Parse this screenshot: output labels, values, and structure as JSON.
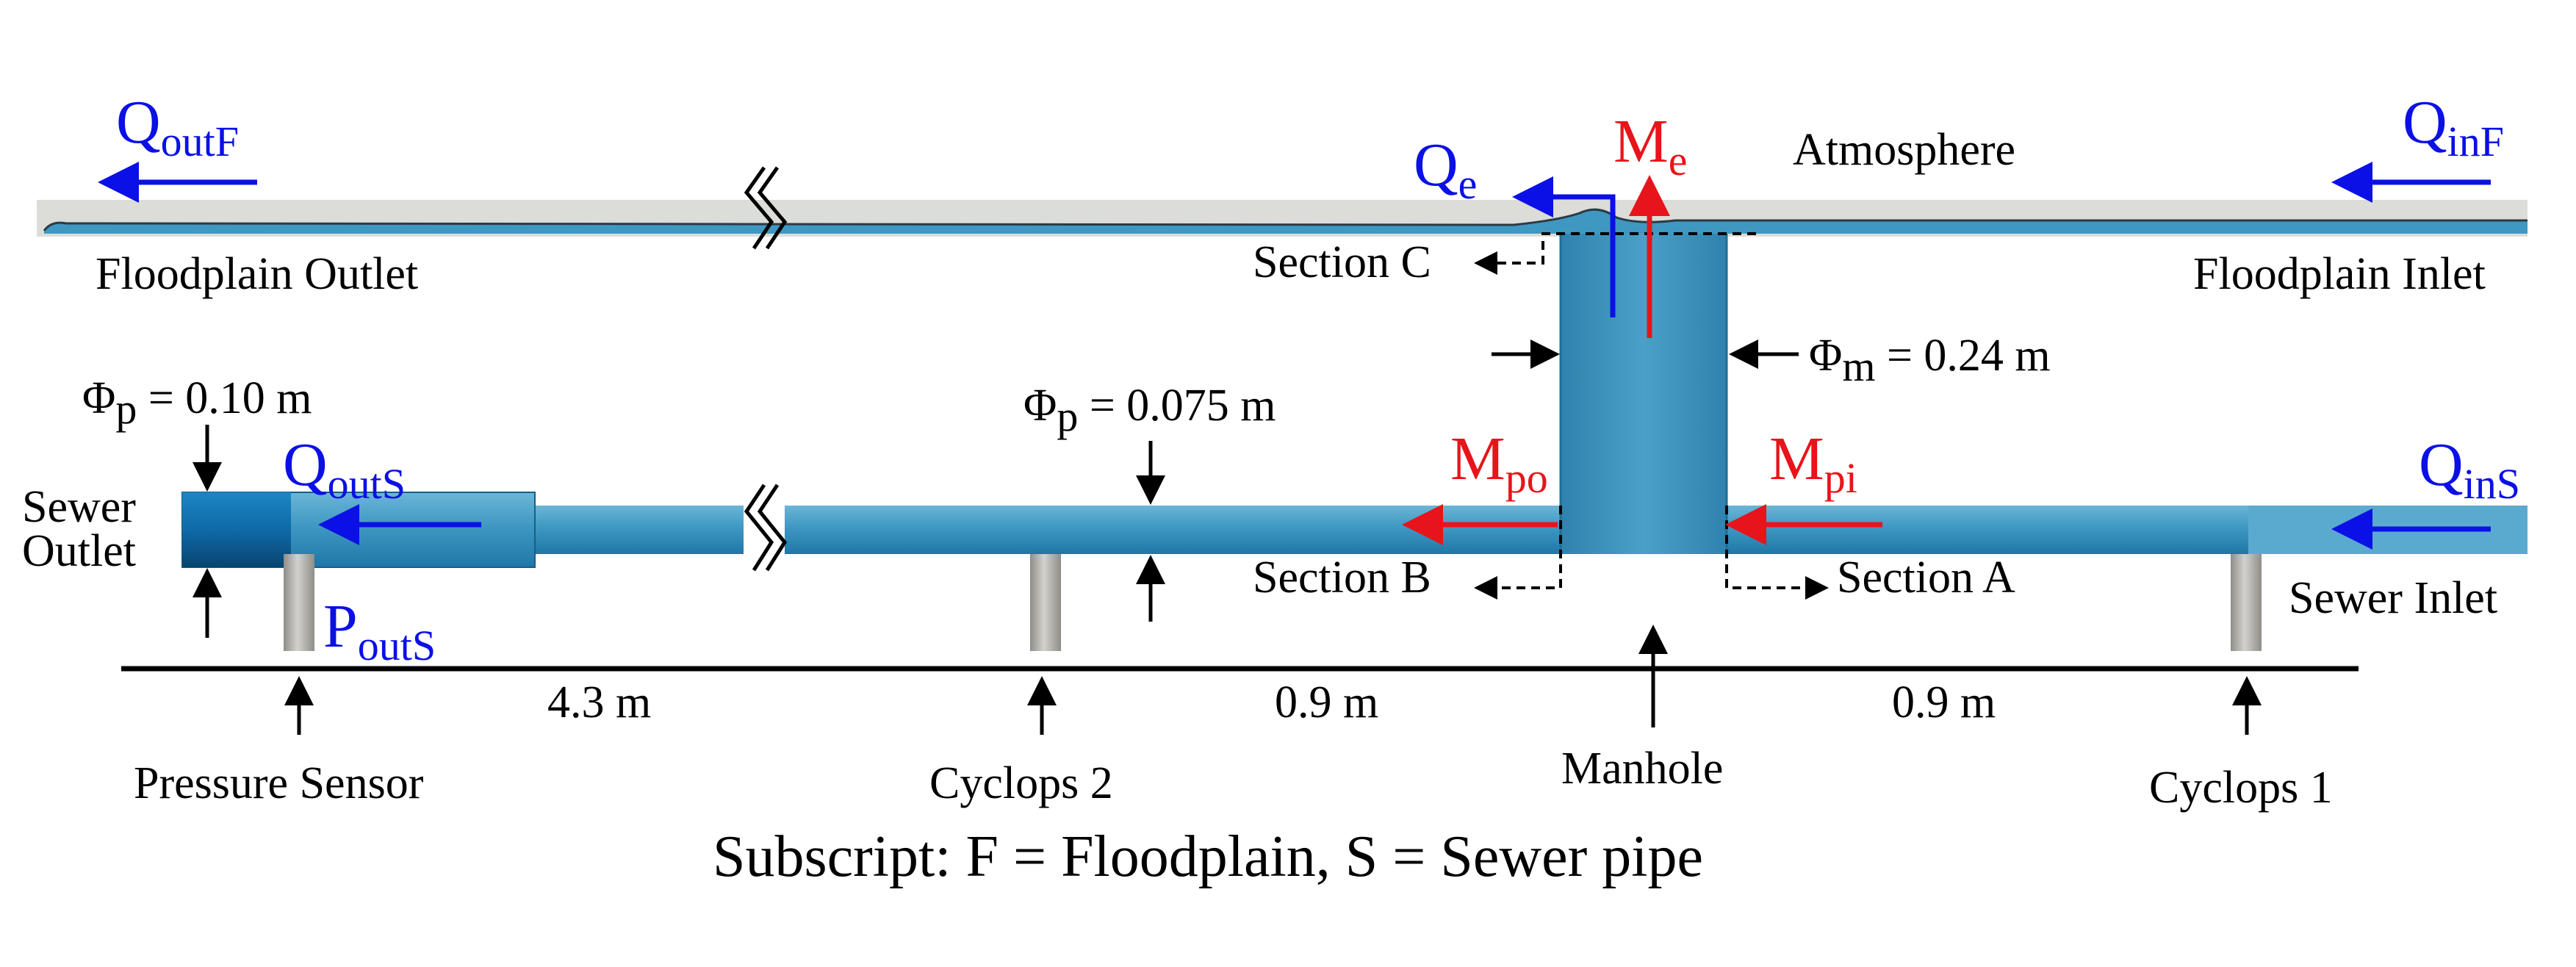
{
  "colors": {
    "water": "#3f98c2",
    "water_dark": "#1e6d99",
    "flow_blue": "#0b10e6",
    "momentum_red": "#e8141b",
    "support_grey": "#b8b6b1",
    "ground_surface": "#dcdcd8"
  },
  "flows": {
    "q_out_f": {
      "main": "Q",
      "sub": "outF"
    },
    "q_in_f": {
      "main": "Q",
      "sub": "inF"
    },
    "q_e": {
      "main": "Q",
      "sub": "e"
    },
    "m_e": {
      "main": "M",
      "sub": "e"
    },
    "q_out_s": {
      "main": "Q",
      "sub": "outS"
    },
    "q_in_s": {
      "main": "Q",
      "sub": "inS"
    },
    "m_po": {
      "main": "M",
      "sub": "po"
    },
    "m_pi": {
      "main": "M",
      "sub": "pi"
    },
    "p_out_s": {
      "main": "P",
      "sub": "outS"
    }
  },
  "labels": {
    "atmosphere": "Atmosphere",
    "floodplain_outlet": "Floodplain Outlet",
    "floodplain_inlet": "Floodplain Inlet",
    "section_a": "Section A",
    "section_b": "Section B",
    "section_c": "Section C",
    "sewer_outlet_1": "Sewer",
    "sewer_outlet_2": "Outlet",
    "sewer_inlet": "Sewer Inlet",
    "pressure_sensor": "Pressure Sensor",
    "cyclops_2": "Cyclops 2",
    "manhole": "Manhole",
    "cyclops_1": "Cyclops 1",
    "subscript_note": "Subscript: F = Floodplain, S = Sewer pipe"
  },
  "dimensions": {
    "phi_m": {
      "main": "Φ",
      "sub": "m",
      "value": " = 0.24 m"
    },
    "phi_p_outlet": {
      "main": "Φ",
      "sub": "p",
      "value": " = 0.10 m"
    },
    "phi_p_pipe": {
      "main": "Φ",
      "sub": "p",
      "value": " = 0.075 m"
    },
    "dist_1": "4.3 m",
    "dist_2": "0.9 m",
    "dist_3": "0.9 m"
  },
  "icons": {
    "break_symbol": "double-slash-break-icon",
    "arrow": "arrow-icon"
  }
}
